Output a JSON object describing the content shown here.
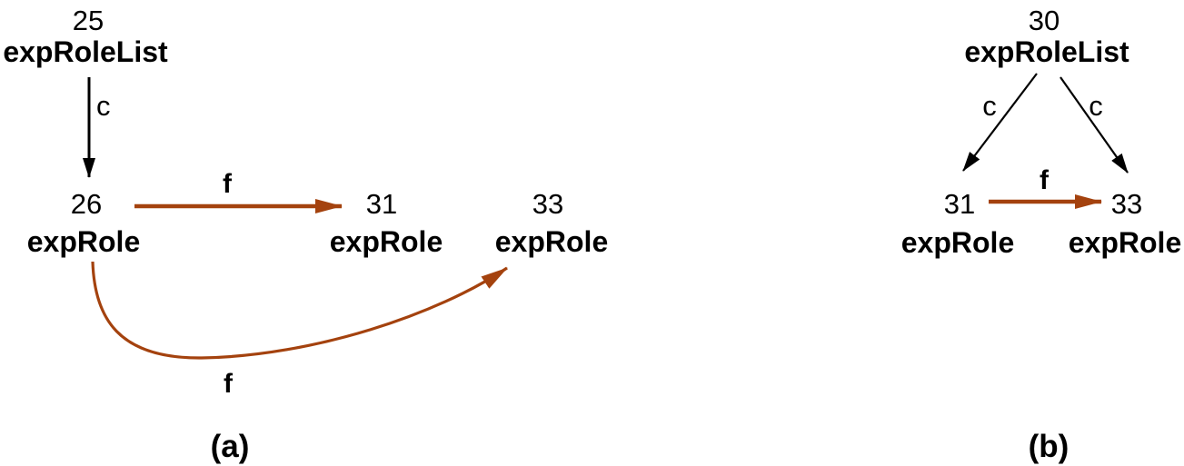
{
  "colors": {
    "black": "#000000",
    "brown": "#A4420E",
    "background": "#ffffff"
  },
  "diagram_a": {
    "caption": "(a)",
    "nodes": {
      "roleList": {
        "id": "25",
        "label": "expRoleList"
      },
      "role26": {
        "id": "26",
        "label": "expRole"
      },
      "role31": {
        "id": "31",
        "label": "expRole"
      },
      "role33": {
        "id": "33",
        "label": "expRole"
      }
    },
    "edges": {
      "c_25_26": {
        "label": "c"
      },
      "f_26_31": {
        "label": "f"
      },
      "f_26_33": {
        "label": "f"
      }
    }
  },
  "diagram_b": {
    "caption": "(b)",
    "nodes": {
      "roleList": {
        "id": "30",
        "label": "expRoleList"
      },
      "role31": {
        "id": "31",
        "label": "expRole"
      },
      "role33": {
        "id": "33",
        "label": "expRole"
      }
    },
    "edges": {
      "c_30_31": {
        "label": "c"
      },
      "c_30_33": {
        "label": "c"
      },
      "f_31_33": {
        "label": "f"
      }
    }
  }
}
